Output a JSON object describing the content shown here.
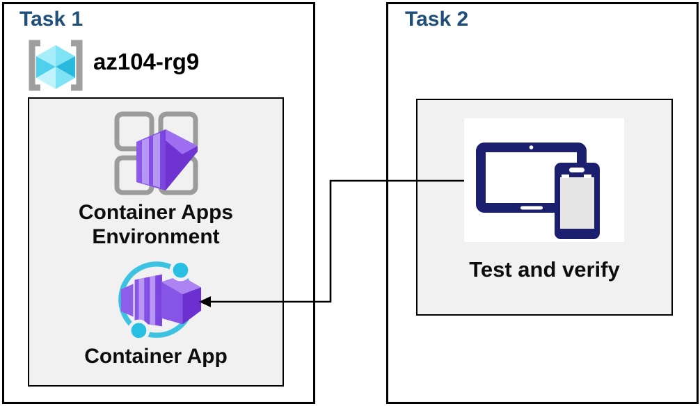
{
  "diagram": {
    "tasks": [
      {
        "title": "Task 1",
        "resource_group": {
          "name": "az104-rg9",
          "icon": "resource-group-icon"
        },
        "items": [
          {
            "label": "Container Apps Environment",
            "icon": "container-apps-environment-icon"
          },
          {
            "label": "Container App",
            "icon": "container-app-icon"
          }
        ]
      },
      {
        "title": "Task 2",
        "items": [
          {
            "label": "Test and verify",
            "icon": "devices-icon"
          }
        ]
      }
    ],
    "connector": {
      "type": "elbow-arrow",
      "from": "devices-icon",
      "to": "container-app-icon",
      "arrowhead": "left"
    },
    "colors": {
      "task_title_navy": "#1f4e79",
      "box_border": "#000000",
      "inner_panel_fill": "#f1f1f1",
      "device_navy": "#1b1f6e",
      "orbit_cyan": "#3dc2e2",
      "container_purple": "#7a42de",
      "container_purple_light": "#b697f3",
      "container_purple_dark": "#6c2fd0",
      "resource_group_cyan": "#4fd0ec",
      "grid_gray": "#9b9b9b",
      "arrow": "#000000"
    }
  }
}
